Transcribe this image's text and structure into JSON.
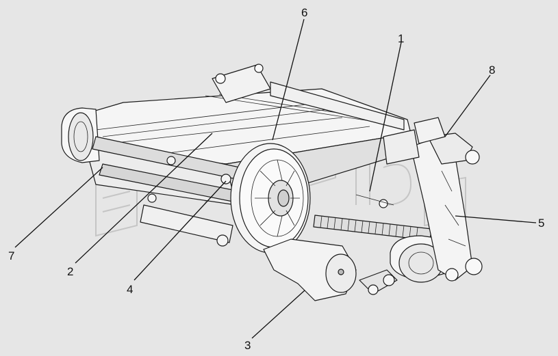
{
  "figure": {
    "background": "#e6e6e6",
    "callouts": [
      {
        "id": "1",
        "label": "1"
      },
      {
        "id": "2",
        "label": "2"
      },
      {
        "id": "3",
        "label": "3"
      },
      {
        "id": "4",
        "label": "4"
      },
      {
        "id": "5",
        "label": "5"
      },
      {
        "id": "6",
        "label": "6"
      },
      {
        "id": "7",
        "label": "7"
      },
      {
        "id": "8",
        "label": "8"
      }
    ]
  }
}
